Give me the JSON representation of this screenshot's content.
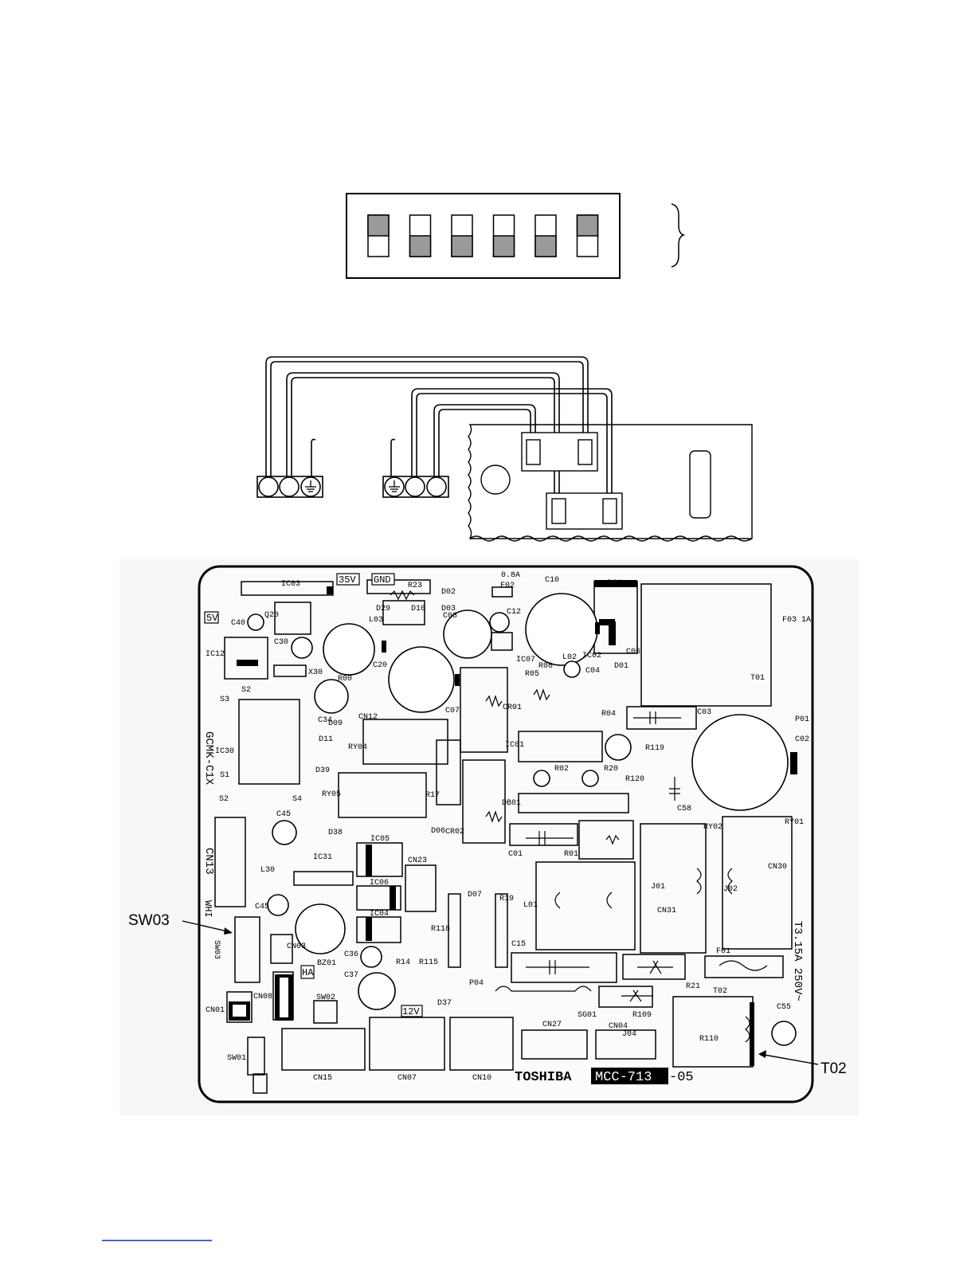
{
  "dip_switch": {
    "positions": [
      "up",
      "down",
      "down",
      "down",
      "down",
      "up"
    ]
  },
  "callouts": {
    "sw03": "SW03",
    "t02": "T02"
  },
  "board": {
    "labels": {
      "ic03": "IC03",
      "v35": "35V",
      "gnd": "GND",
      "r23": "R23",
      "d02": "D02",
      "d03": "D03",
      "f02": "F02",
      "f02_rating": "0.8A",
      "c10": "C10",
      "d04": "D04",
      "c40": "C40",
      "v5": "5V",
      "q20": "Q20",
      "c30": "C30",
      "l03": "L03",
      "d29": "D29",
      "d10": "D10",
      "c08": "C08",
      "c12": "C12",
      "ic12": "IC12",
      "x30": "X30",
      "c20": "C20",
      "ic07": "IC07",
      "ic02": "IC02",
      "c06": "C06",
      "r05": "R05",
      "r08": "R08",
      "l02": "L02",
      "c04": "C04",
      "d01": "D01",
      "r00": "R00",
      "c34": "C34",
      "cn12": "CN12",
      "c07": "C07",
      "cr01": "CR01",
      "r04": "R04",
      "t01": "T01",
      "f03": "F03 1A",
      "c03": "C03",
      "p01": "P01",
      "c02": "C02",
      "model_code": "GCMK-C1X",
      "ic30": "IC30",
      "s2": "S2",
      "s3": "S3",
      "s1": "S1",
      "s4": "S4",
      "d11": "D11",
      "d09": "D09",
      "ry04": "RY04",
      "d39": "D39",
      "ry05": "RY05",
      "ic01": "IC01",
      "r119": "R119",
      "r02": "R02",
      "r20": "R20",
      "r120": "R120",
      "r17": "R17",
      "db01": "DB01",
      "c58": "C58",
      "ry02": "RY02",
      "ry01": "RY01",
      "c45a": "C45",
      "cn13": "CN13",
      "d38": "D38",
      "ic05": "IC05",
      "d06": "D06",
      "cr02": "CR02",
      "c01": "C01",
      "r01": "R01",
      "ic31": "IC31",
      "cn23": "CN23",
      "cn30": "CN30",
      "l30": "L30",
      "ic06": "IC06",
      "d07": "D07",
      "r19": "R19",
      "l01": "L01",
      "j01": "J01",
      "j02": "J02",
      "cn31": "CN31",
      "whi": "WHI",
      "c45b": "C45",
      "ic04": "IC04",
      "r118": "R118",
      "fuse_rating": "T3.15A 250V~",
      "sw03_silk": "SW03",
      "bz01": "BZ01",
      "cn03": "CN03",
      "c36": "C36",
      "r14": "R14",
      "r115": "R115",
      "c15": "C15",
      "f01": "F01",
      "ha": "HA",
      "c37": "C37",
      "sw02": "SW02",
      "d37": "D37",
      "p04": "P04",
      "r21": "R21",
      "t02": "T02",
      "cn08": "CN08",
      "v12": "12V",
      "sg01": "SG01",
      "r109": "R109",
      "c55": "C55",
      "cn01": "CN01",
      "cn27": "CN27",
      "cn04": "CN04",
      "j04": "J04",
      "r110": "R110",
      "sw01": "SW01",
      "cn15": "CN15",
      "cn07": "CN07",
      "cn10": "CN10",
      "brand": "TOSHIBA",
      "part_no": "MCC-713",
      "revision": "-05"
    }
  }
}
